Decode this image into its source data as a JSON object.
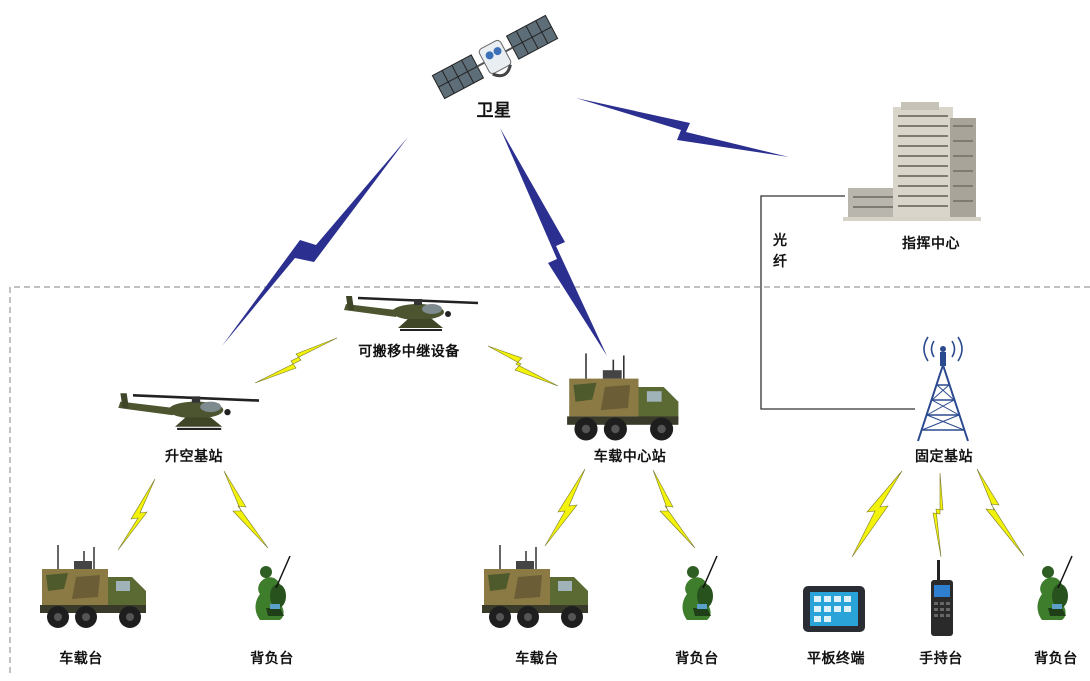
{
  "labels": {
    "satellite": "卫星",
    "command_center": "指挥中心",
    "fiber": "光纤",
    "relay": "可搬移中继设备",
    "aerial_base": "升空基站",
    "vehicle_center": "车载中心站",
    "fixed_base": "固定基站",
    "vehicle_terminal_1": "车载台",
    "backpack_1": "背负台",
    "vehicle_terminal_2": "车载台",
    "backpack_2": "背负台",
    "tablet": "平板终端",
    "handheld": "手持台",
    "backpack_3": "背负台"
  },
  "colors": {
    "satellite_link": "#2b2f8f",
    "radio_link": "#f2f20a",
    "radio_outline": "#7a7a2a",
    "boundary": "#9a9a9a",
    "fiber_line": "#333333"
  },
  "icons": {
    "satellite": "satellite-icon",
    "building": "office-building-icon",
    "helicopter": "helicopter-icon",
    "truck": "military-truck-icon",
    "soldier": "soldier-icon",
    "tower": "radio-tower-icon",
    "tablet": "tablet-icon",
    "radio": "handheld-radio-icon"
  }
}
